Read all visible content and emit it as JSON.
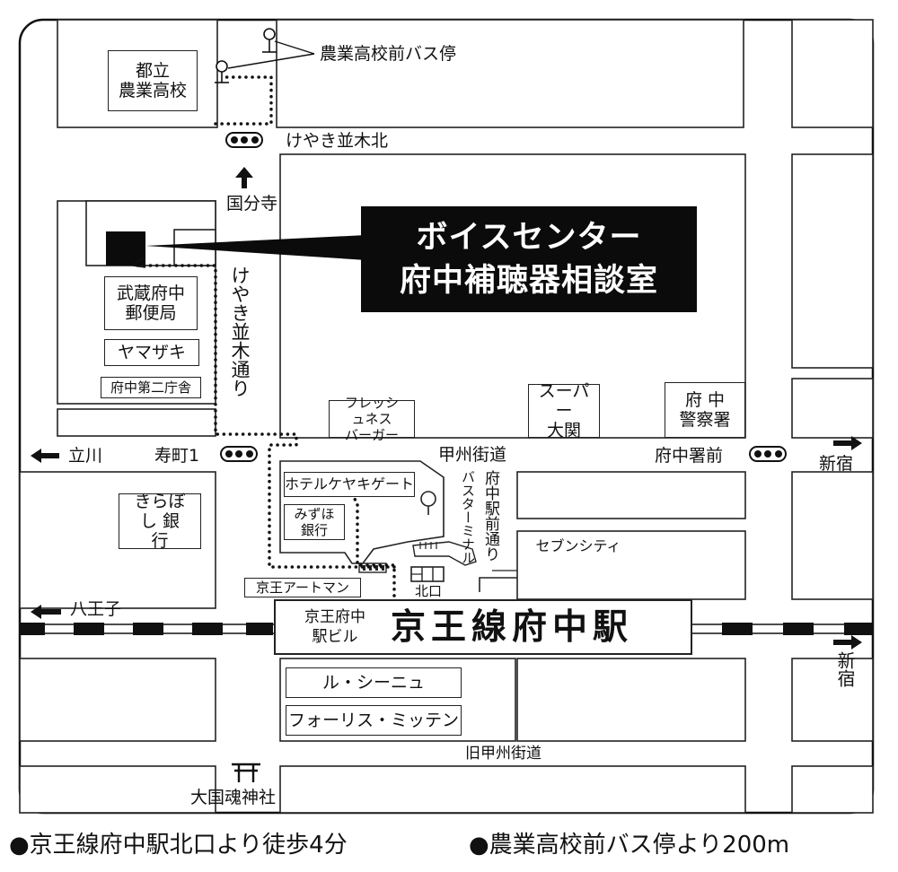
{
  "callout": {
    "line1": "ボイスセンター",
    "line2": "府中補聴器相談室"
  },
  "station": {
    "building": "京王府中 駅ビル",
    "name": "京王線府中駅"
  },
  "roads": {
    "keyaki_namiki_kita": "けやき並木北",
    "keyaki_namiki_dori": "けやき並木通り",
    "koshu_kaido": "甲州街道",
    "fuchu_ekimae_dori": "府中駅前通り",
    "bus_terminal": "バスターミナル",
    "kyu_koshu_kaido": "旧甲州街道"
  },
  "intersections": {
    "kotobukicho1": "寿町1",
    "fuchu_shomae": "府中署前"
  },
  "directions": {
    "kokubunji": "国分寺",
    "tachikawa": "立川",
    "shinjuku_upper": "新宿",
    "hachioji": "八王子",
    "shinjuku_lower": "新宿"
  },
  "bus_stop": "農業高校前バス停",
  "landmarks": {
    "toritsu_nogyo": "都立 農業高校",
    "musashi_fuchu_post": "武蔵府中 郵便局",
    "yamazaki": "ヤマザキ",
    "fuchu_daini_chosha": "府中第二庁舎",
    "freshness_burger": "フレッシュネス バーガー",
    "super_ozeki": "スーパー 大関",
    "fuchu_police": "府 中 警察署",
    "kiraboshi_bank": "きらぼし 銀 行",
    "hotel_keyakigate": "ホテルケヤキゲート",
    "mizuho_bank": "みずほ 銀行",
    "seven_city": "セブンシティ",
    "keio_artman": "京王アートマン",
    "kitaguchi": "北口",
    "le_signe": "ル・シーニュ",
    "forus_mitten": "フォーリス・ミッテン",
    "okunitama_shrine": "大国魂神社"
  },
  "footer": {
    "walk": "●京王線府中駅北口より徒歩4分",
    "bus": "●農業高校前バス停より200m"
  }
}
